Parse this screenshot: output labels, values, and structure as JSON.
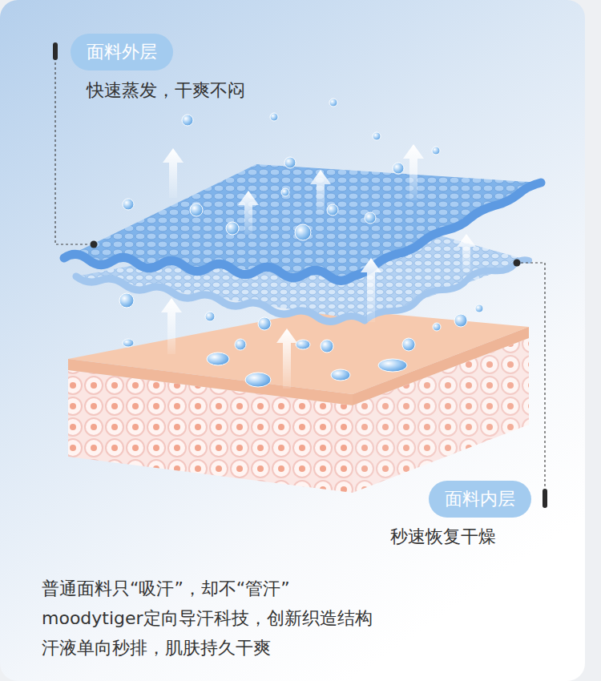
{
  "diagram": {
    "nodes": [
      {
        "text": [
          "面料外层"
        ]
      },
      {
        "text": [
          "面料内层"
        ]
      }
    ],
    "labels": [
      "快速蒸发，干爽不闷",
      "秒速恢复干燥",
      "普通面料只“吸汗”，却不“管汗”",
      "moodytiger定向导汗科技，创新织造结构",
      "汗液单向秒排，肌肤持久干爽"
    ]
  }
}
